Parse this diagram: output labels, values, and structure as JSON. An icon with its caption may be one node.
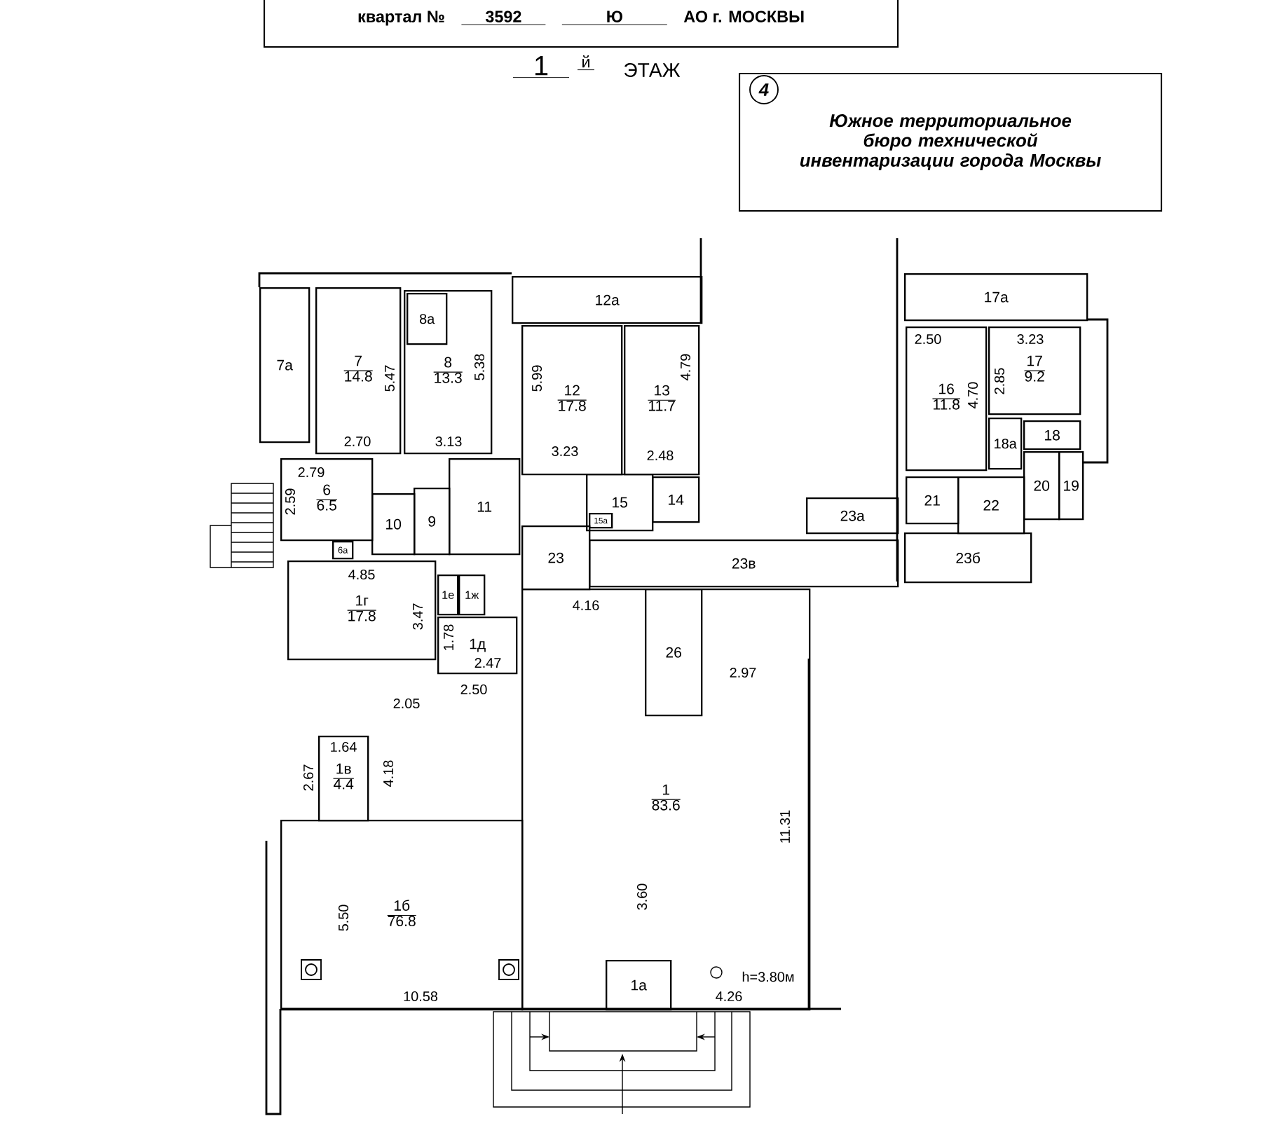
{
  "diagram": {
    "nodes": [
      {
        "text": [
          "квартал №",
          "3592",
          "Ю",
          "АО г. МОСКВЫ"
        ]
      },
      {
        "text": [
          "Южное территориальное бюро технической инвентаризации города Москвы"
        ]
      },
      {
        "text": [
          "4"
        ],
        "in": 1
      },
      {
        "text": [
          "7а"
        ]
      },
      {
        "text": [
          "7",
          "14.8"
        ]
      },
      {
        "text": [
          "8",
          "13.3"
        ]
      },
      {
        "text": [
          "8а"
        ],
        "in": 5
      },
      {
        "text": [
          "12а"
        ]
      },
      {
        "text": [
          "12",
          "17.8"
        ]
      },
      {
        "text": [
          "13",
          "11.7"
        ]
      },
      {
        "text": [
          "6",
          "6.5"
        ]
      },
      {
        "text": [
          "10"
        ]
      },
      {
        "text": [
          "9"
        ]
      },
      {
        "text": [
          "11"
        ]
      },
      {
        "text": [
          "6а"
        ]
      },
      {
        "text": [
          "15"
        ]
      },
      {
        "text": [
          "15а"
        ],
        "in": 15
      },
      {
        "text": [
          "14"
        ]
      },
      {
        "text": [
          "17а"
        ]
      },
      {
        "text": [
          "16",
          "11.8"
        ]
      },
      {
        "text": [
          "17",
          "9.2"
        ]
      },
      {
        "text": [
          "18а"
        ]
      },
      {
        "text": [
          "18"
        ]
      },
      {
        "text": [
          "21"
        ]
      },
      {
        "text": [
          "22"
        ]
      },
      {
        "text": [
          "20"
        ]
      },
      {
        "text": [
          "19"
        ]
      },
      {
        "text": [
          "23а"
        ]
      },
      {
        "text": [
          "23"
        ]
      },
      {
        "text": [
          "23в"
        ]
      },
      {
        "text": [
          "23б"
        ]
      },
      {
        "text": [
          "1г",
          "17.8"
        ]
      },
      {
        "text": [
          "1е"
        ]
      },
      {
        "text": [
          "1ж"
        ]
      },
      {
        "text": [
          "1д"
        ]
      },
      {
        "text": [
          "1в",
          "4.4"
        ]
      },
      {
        "text": [
          "1б",
          "76.8"
        ]
      },
      {
        "text": [
          "1",
          "83.6"
        ]
      },
      {
        "text": [
          "26"
        ],
        "in": 37
      },
      {
        "text": [
          "1а"
        ],
        "in": 37
      }
    ],
    "labels": [
      "1",
      "й",
      "ЭТАЖ",
      "5.47",
      "5.38",
      "2.70",
      "3.13",
      "5.99",
      "3.23",
      "4.79",
      "2.48",
      "2.79",
      "2.59",
      "2.50",
      "3.23",
      "2.85",
      "4.70",
      "4.85",
      "3.47",
      "1.78",
      "2.47",
      "4.16",
      "2.97",
      "2.50",
      "2.05",
      "1.64",
      "2.67",
      "4.18",
      "11.31",
      "5.50",
      "3.60",
      "10.58",
      "4.26",
      "h=3.80м"
    ]
  }
}
